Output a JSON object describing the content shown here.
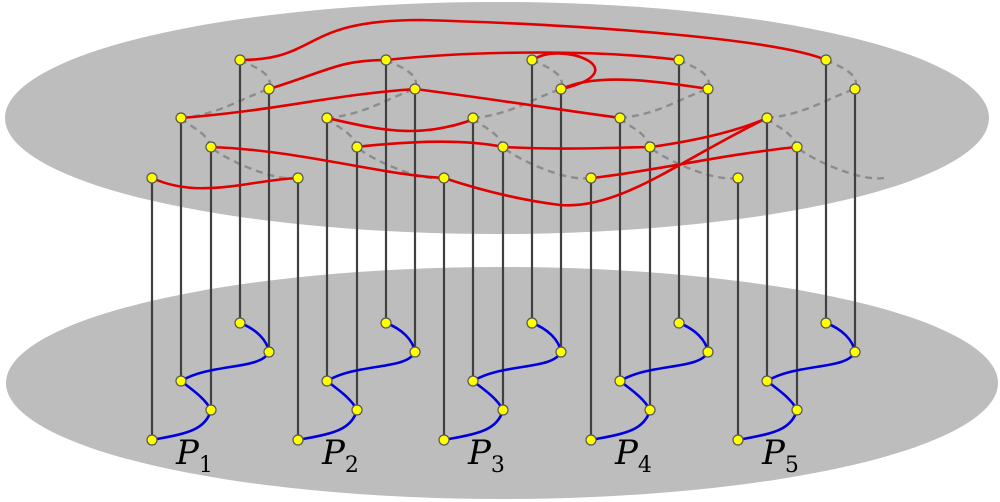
{
  "labels": [
    {
      "base": "P",
      "sub": "1"
    },
    {
      "base": "P",
      "sub": "2"
    },
    {
      "base": "P",
      "sub": "3"
    },
    {
      "base": "P",
      "sub": "4"
    },
    {
      "base": "P",
      "sub": "5"
    }
  ],
  "colors": {
    "plane": "#bdbdbd",
    "vertical": "#404040",
    "top_edge": "#e00000",
    "dashed_edge": "#8c8c8c",
    "bottom_edge": "#0000dd",
    "node_fill": "#ffff00",
    "node_stroke": "#555555"
  }
}
